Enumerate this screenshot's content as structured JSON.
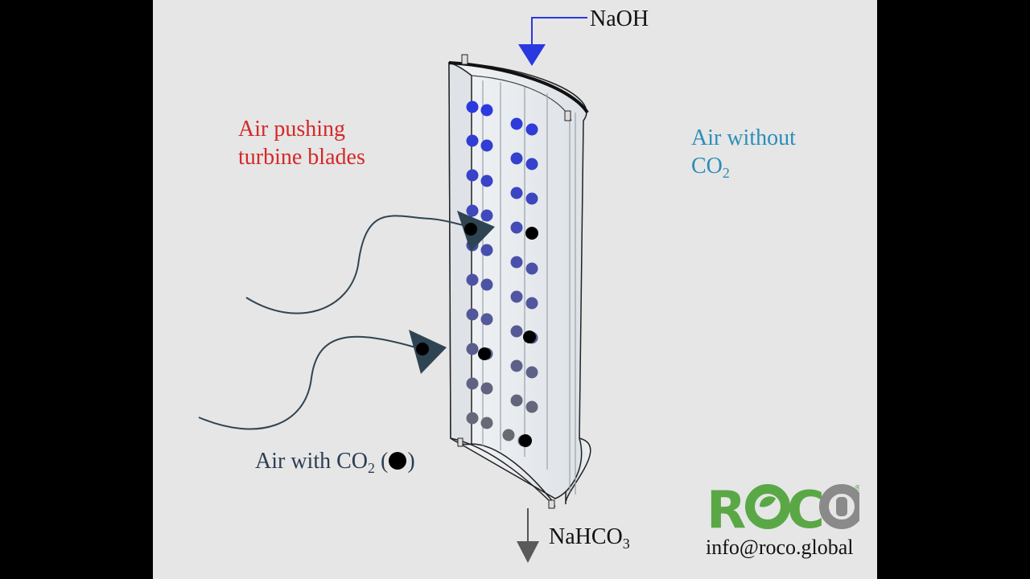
{
  "labels": {
    "naoh": "NaOH",
    "air_pushing_line1": "Air pushing",
    "air_pushing_line2": "turbine blades",
    "air_without_line1": "Air without",
    "air_without_co": "CO",
    "air_without_sub": "2",
    "air_with_prefix": "Air with CO",
    "air_with_sub": "2",
    "air_with_open": " (",
    "air_with_close": ")",
    "nahco3_main": "NaHCO",
    "nahco3_sub": "3",
    "email": "info@roco.global"
  },
  "logo": {
    "text": "ROCO",
    "registered_mark": "®",
    "color_green": "#5aa845",
    "color_gray": "#8a8a8a"
  },
  "colors": {
    "background": "#e6e6e6",
    "naoh_arrow": "#2a38e0",
    "nahco3_arrow": "#5a5a5a",
    "air_arrow": "#2f4452",
    "co2_dot": "#000000",
    "red_label": "#d42828",
    "cyan_label": "#2a8eb8",
    "dark_label": "#2b3e52"
  }
}
